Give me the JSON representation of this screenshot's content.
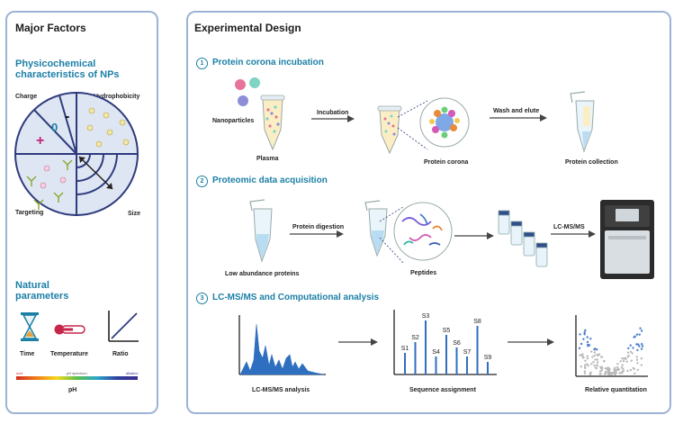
{
  "left_panel": {
    "title": "Major Factors",
    "physico_title_line1": "Physicochemical",
    "physico_title_line2": "characteristics of NPs",
    "quadrant_labels": {
      "charge": "Charge",
      "hydrophobicity": "Hydrophobicity",
      "targeting": "Targeting",
      "size": "Size",
      "zero_symbol": "0",
      "minus_symbol": "-",
      "plus_symbol": "+"
    },
    "natural_title_line1": "Natural",
    "natural_title_line2": "parameters",
    "natural_items": {
      "time": "Time",
      "temperature": "Temperature",
      "ratio": "Ratio"
    },
    "ph_scale": {
      "left": "acid",
      "mid": "pH spectrum",
      "right": "alkaline"
    },
    "ph_label": "pH",
    "colors": {
      "accent": "#1b7fa6",
      "border": "#9db3d6",
      "ph_gradient": [
        "#d62a1e",
        "#f07d1a",
        "#f4d81c",
        "#5cc04a",
        "#2aa6c8",
        "#2f3fa0",
        "#3b2c8c"
      ]
    }
  },
  "right_panel": {
    "title": "Experimental Design",
    "steps": [
      {
        "number": "1",
        "title": "Protein corona incubation"
      },
      {
        "number": "2",
        "title": "Proteomic data acquisition"
      },
      {
        "number": "3",
        "title": "LC-MS/MS and Computational analysis"
      }
    ],
    "step1": {
      "nanoparticles": "Nanoparticles",
      "plasma": "Plasma",
      "incubation": "Incubation",
      "protein_corona": "Protein corona",
      "wash_and_elute": "Wash and elute",
      "protein_collection": "Protein collection"
    },
    "step2": {
      "low_abundance": "Low abundance proteins",
      "protein_digestion": "Protein digestion",
      "peptides": "Peptides",
      "lcms": "LC-MS/MS"
    },
    "step3": {
      "lcms_analysis": "LC-MS/MS analysis",
      "sequence_assignment": "Sequence assignment",
      "relative_quantitation": "Relative quantitation",
      "peaks": [
        "S1",
        "S2",
        "S3",
        "S4",
        "S5",
        "S6",
        "S7",
        "S8",
        "S9"
      ]
    },
    "colors": {
      "arrow": "#444444",
      "chromatogram": "#2f6fc0",
      "volcano": "#4a7fc8"
    }
  }
}
